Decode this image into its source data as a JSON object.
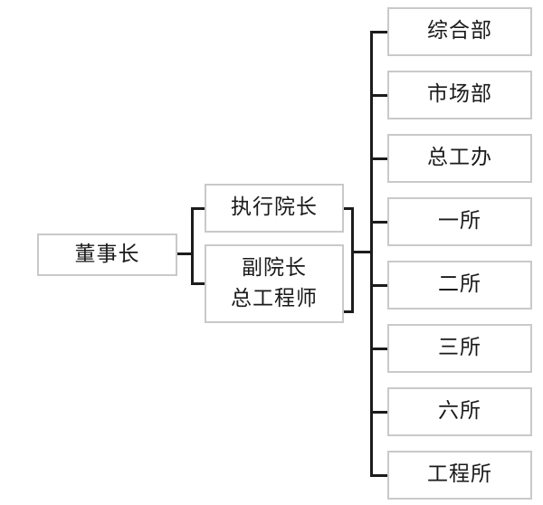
{
  "diagram": {
    "type": "organization-chart",
    "title": "",
    "orientation": "left-to-right",
    "colors": {
      "box_border": "#c9c9c9",
      "connector": "#1c1c1c",
      "text": "#1a1a1a",
      "background": "#ffffff"
    },
    "levels": [
      {
        "level": 1,
        "name": "chairman",
        "nodes": [
          {
            "id": "n-chairman",
            "label": "董事长"
          }
        ]
      },
      {
        "level": 2,
        "name": "leadership",
        "nodes": [
          {
            "id": "n-exec-dean",
            "label": "执行院长"
          },
          {
            "id": "n-vice-dean",
            "label": "副院长",
            "label2": "总工程师"
          }
        ]
      },
      {
        "level": 3,
        "name": "departments",
        "nodes": [
          {
            "id": "n-dept-1",
            "label": "综合部"
          },
          {
            "id": "n-dept-2",
            "label": "市场部"
          },
          {
            "id": "n-dept-3",
            "label": "总工办"
          },
          {
            "id": "n-dept-4",
            "label": "一所"
          },
          {
            "id": "n-dept-5",
            "label": "二所"
          },
          {
            "id": "n-dept-6",
            "label": "三所"
          },
          {
            "id": "n-dept-7",
            "label": "六所"
          },
          {
            "id": "n-dept-8",
            "label": "工程所"
          }
        ]
      }
    ]
  }
}
